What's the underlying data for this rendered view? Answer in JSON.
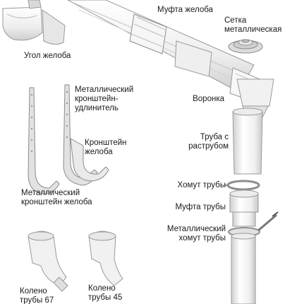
{
  "labels": {
    "gutter_corner": "Угол желоба",
    "gutter_coupling": "Муфта желоба",
    "metal_mesh": "Сетка\nметаллическая",
    "metal_extension_bracket": "Металлический\nкронштейн-\nудлинитель",
    "gutter_bracket": "Кронштейн\nжелоба",
    "metal_gutter_bracket": "Металлический\nкронштейн желоба",
    "funnel": "Воронка",
    "socket_pipe": "Труба с\nраструбом",
    "pipe_clamp": "Хомут трубы",
    "pipe_coupling": "Муфта трубы",
    "metal_pipe_clamp": "Металлический\nхомут трубы",
    "elbow_67": "Колено\nтрубы 67",
    "elbow_45": "Колено\nтрубы 45"
  },
  "colors": {
    "pipe_fill": "#f3f3f3",
    "pipe_stroke": "#9a9a9a",
    "shade": "#d9d9d9",
    "bracket_fill": "#e4e4e4",
    "text": "#1a1a1a"
  }
}
